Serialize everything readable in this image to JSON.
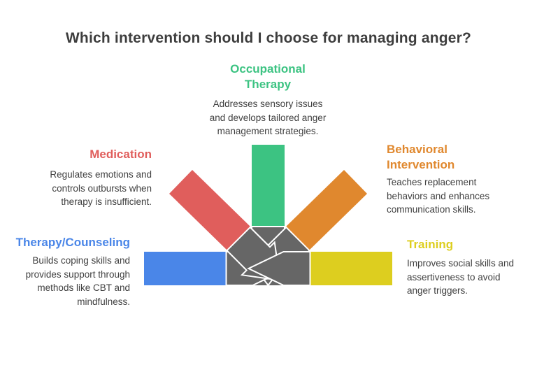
{
  "title": "Which intervention should I choose for managing anger?",
  "colors": {
    "blue": "#4a86e8",
    "red": "#e05e5c",
    "green": "#3cc382",
    "orange": "#e0882e",
    "yellow": "#ddce1f",
    "gray": "#666666",
    "title_text": "#3d3d3d",
    "body_text": "#404040"
  },
  "interventions": {
    "occupational": {
      "heading": "Occupational\nTherapy",
      "description": "Addresses sensory issues\nand develops tailored anger\nmanagement strategies."
    },
    "medication": {
      "heading": "Medication",
      "description": "Regulates emotions and\ncontrols outbursts when\ntherapy is insufficient."
    },
    "behavioral": {
      "heading": "Behavioral\nIntervention",
      "description": "Teaches replacement\nbehaviors and enhances\ncommunication skills."
    },
    "therapy": {
      "heading": "Therapy/Counseling",
      "description": "Builds coping skills and\nprovides support through\nmethods like CBT and\nmindfulness."
    },
    "training": {
      "heading": "Training",
      "description": "Improves social skills and\nassertiveness to avoid\nanger triggers."
    }
  }
}
